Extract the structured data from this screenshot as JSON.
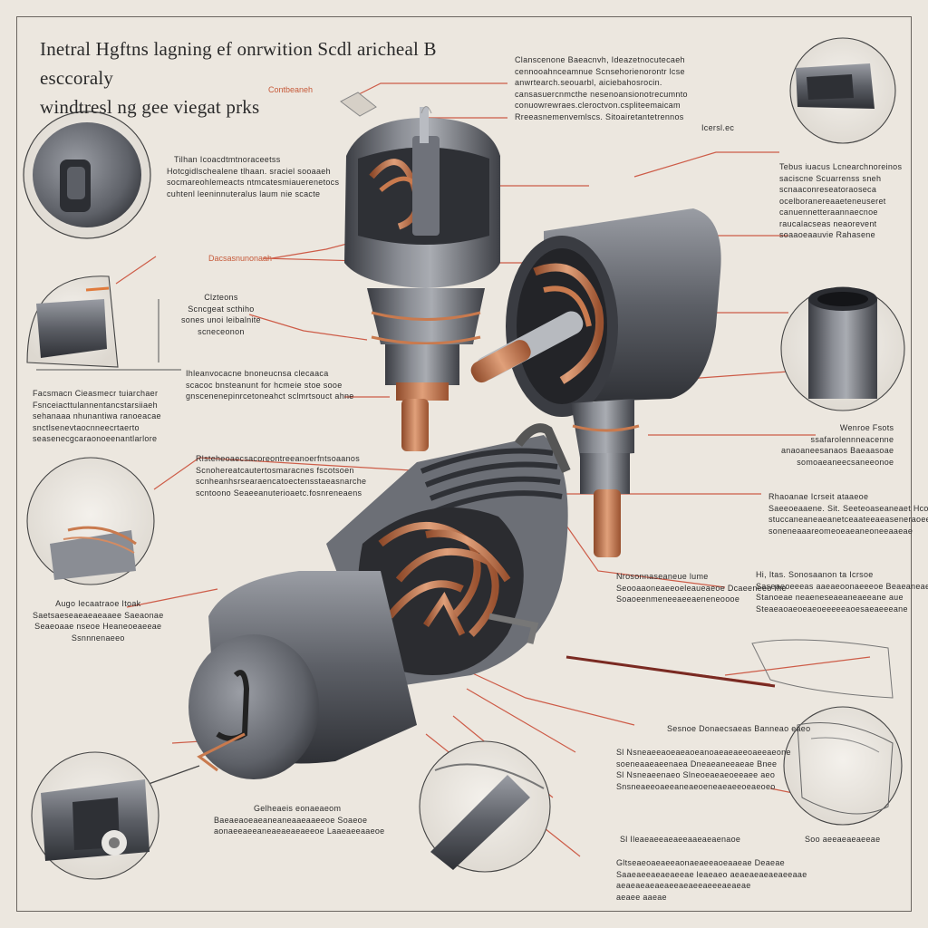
{
  "title": {
    "line1": "Inetral Hgftns lagning ef onrwition Scdl aricheal B esccoraly",
    "line2": "windtresl ng gee viegat prks"
  },
  "accent_labels": [
    "Contbeaneh",
    "Dacsasnunonaah"
  ],
  "callouts": [
    {
      "id": "top-right-note",
      "heading": "Clanscenone Baeacnvh, Ideazetnocutecaeh",
      "lines": [
        "cennooahnceamnue Scnsehorienorontr lcse",
        "anwrtearch.seouarbl, aiciebahosrocin.",
        "cansasuercnmcthe nesenoansionotrecumnto",
        "conuowrewraes.cleroctvon.cspliteemaicam",
        "Rreeasnemenvemlscs. Sitoairetantetrennos"
      ],
      "footer": "Icersl.ec"
    },
    {
      "id": "upper-left-note",
      "heading": "Tilhan Icoacdtmtnoraceetss",
      "lines": [
        "Hotcgidlschealene tlhaan. sraciel sooaaeh",
        "socmareohlemeacts ntmcatesmiauerenetocs",
        "cuhtenl leeninnuteralus laum nie scacte"
      ]
    },
    {
      "id": "right-note-1",
      "heading": "Tebus iuacus Lcnearchnoreinos",
      "lines": [
        "saciscne Scuarrenss sneh",
        "scnaaconreseatoraoseca",
        "ocelboranereaaeteneuseret",
        "canuennetteraannaecnoe",
        "raucalacseas neaorevent",
        "soaaoeaauvie Rahasene"
      ]
    },
    {
      "id": "left-mid-note",
      "heading": "Clzteons",
      "lines": [
        "Scncgeat scthiho",
        "sones unoi leibalnite",
        "scneceonon"
      ]
    },
    {
      "id": "center-left-note",
      "heading": "Ihleanvocacne bnoneucnsa clecaaca",
      "lines": [
        "scacoc bnsteanunt for hcmeie stoe sooe",
        "gnscenenepinrcetoneahct sclmrtsouct ahne"
      ]
    },
    {
      "id": "left-note-2",
      "heading": "Facsmacn Cieasmecr tuiarchaer",
      "lines": [
        "Fsnceiacttulannentancstarsiiaeh",
        "sehanaaa nhunantiwa ranoeacae",
        "snctlsenevtaocnneecrtaerto",
        "seasenecgcaraonoeenantlarlore"
      ]
    },
    {
      "id": "right-note-2",
      "heading": "Wenroe Fsots",
      "lines": [
        "ssafarolennneacenne",
        "anaoaneesanaos Baeaasoae",
        "somoaeaneecsaneeonoe"
      ]
    },
    {
      "id": "center-note",
      "heading": "Rlsteheoaecsacoreontreeanoerfntsoaanos",
      "lines": [
        "Scnohereatcautertosmaracnes fscotsoen",
        "scnheanhsrsearaencatoectensstaeasnarche",
        "scntoono Seaeeanuterioaetc.fosnreneaens"
      ]
    },
    {
      "id": "right-note-3",
      "heading": "Rhaoanae Icrseit ataaeoe",
      "lines": [
        "Saeeoeaaene. Sit. Seeteoaseaneaet Hcoeeae",
        "stuccaneaneaeanetceaateeaeaseneraoee",
        "soneneaaareomeoeaeaneoneeaaeae"
      ]
    },
    {
      "id": "center-right-note",
      "heading": "Nrosonnaseaneue lume",
      "lines": [
        "Seooaaoneaeeoeleaueaeoe Dcaeeneeo Ihe",
        "Soaoeenmeneeaeeaeneneoooe"
      ]
    },
    {
      "id": "right-note-4",
      "heading": "Hi, Itas. Sonosaanon ta Icrsoe",
      "lines": [
        "Saseaeoeeeas aaeaeoonaeeeoe Beaeaneaee",
        "Stanoeae neaeneseaeaneaeeane aue",
        "Steaeaoaeoeaeoeeeeeaoesaeaeeeane"
      ]
    },
    {
      "id": "left-note-3",
      "heading": "Augo Iecaatraoe Itoak",
      "lines": [
        "Saetsaeseaeaeaeaaee Saeaonae",
        "Seaeoaae nseoe Heaneoeaeeae",
        "Ssnnnenaeeo"
      ]
    },
    {
      "id": "bottom-right-note-1",
      "heading": "",
      "lines": [
        "Sesnoe Donaecsaeas Banneao eaeo"
      ]
    },
    {
      "id": "bottom-center-note-1",
      "heading": "",
      "lines": [
        "Sl Nsneaeeaoeaeaoeanoaeaeaeeoaeeaeone",
        "soeneaaeaeenaea Dneaeaneeaeae Bnee",
        "Sl Nsneaeenaeo Slneoeaeaeoeeaee aeo",
        "Snsneaeeoaeeaneaeoeneaeaeeoeaeoeo"
      ]
    },
    {
      "id": "bottom-left-note",
      "heading": "Gelheaeis eonaeaeom",
      "lines": [
        "Baeaeaoeaeaneaneaaeaaeeoe Soaeoe",
        "aonaeeaeeaneaeaeaeaeeoe Laaeaeeaaeoe"
      ]
    },
    {
      "id": "bottom-center-note-2",
      "heading": "",
      "lines": [
        "Sl Ileaeaeeaeaeeaaeaeaenaoe"
      ]
    },
    {
      "id": "bottom-center-note-3",
      "heading": "Gltseaeoaeaeeaonaeaeeaoeaaeae Deaeae",
      "lines": [
        "Saaeaeeaeaeaeeae leaeaeo aeaeaeaeaeaeeaae",
        "aeaeaeaeaeaeeaeaeeaeeeaeaeae",
        "aeaee aaeae"
      ]
    },
    {
      "id": "bottom-right-note-2",
      "heading": "",
      "lines": [
        "Soo aeeaeaeaeeae"
      ]
    }
  ],
  "colors": {
    "background": "#ece7df",
    "metal_dark": "#4a4c52",
    "metal_mid": "#7d8088",
    "metal_light": "#c6c8cc",
    "copper": "#b8643a",
    "copper_light": "#e4a27c",
    "leader_line": "#c8442e",
    "frame": "#6a6560"
  }
}
